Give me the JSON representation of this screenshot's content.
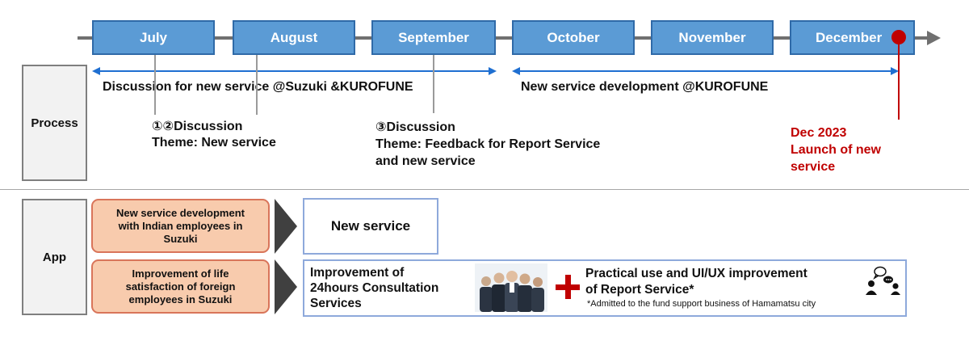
{
  "timeline": {
    "months": [
      "July",
      "August",
      "September",
      "October",
      "November",
      "December"
    ]
  },
  "process": {
    "label": "Process",
    "span_left_text": "Discussion for new service @Suzuki &KUROFUNE",
    "span_right_text": "New service development @KUROFUNE",
    "milestone_1": {
      "title": "①②Discussion",
      "theme": "Theme: New service"
    },
    "milestone_2": {
      "title": "③Discussion",
      "theme_line1": "Theme: Feedback for Report Service",
      "theme_line2": "and new service"
    },
    "launch": {
      "line1": "Dec 2023",
      "line2": "Launch of new",
      "line3": "service"
    }
  },
  "app": {
    "label": "App",
    "goal_1": {
      "line1": "New service development",
      "line2": "with Indian employees in",
      "line3": "Suzuki"
    },
    "goal_2": {
      "line1": "Improvement of life",
      "line2": "satisfaction of foreign",
      "line3": "employees in Suzuki"
    },
    "new_service": "New service",
    "improvement": {
      "line1": "Improvement of",
      "line2": "24hours Consultation",
      "line3": "Services"
    },
    "report": {
      "line1": "Practical use and UI/UX improvement",
      "line2": "of Report Service*",
      "note": "*Admitted to the fund support business of Hamamatsu city"
    }
  },
  "colors": {
    "month_fill": "#5b9bd5",
    "accent_red": "#c00000",
    "arrow_blue": "#1f6fd1",
    "goal_fill": "#f8cbad"
  }
}
